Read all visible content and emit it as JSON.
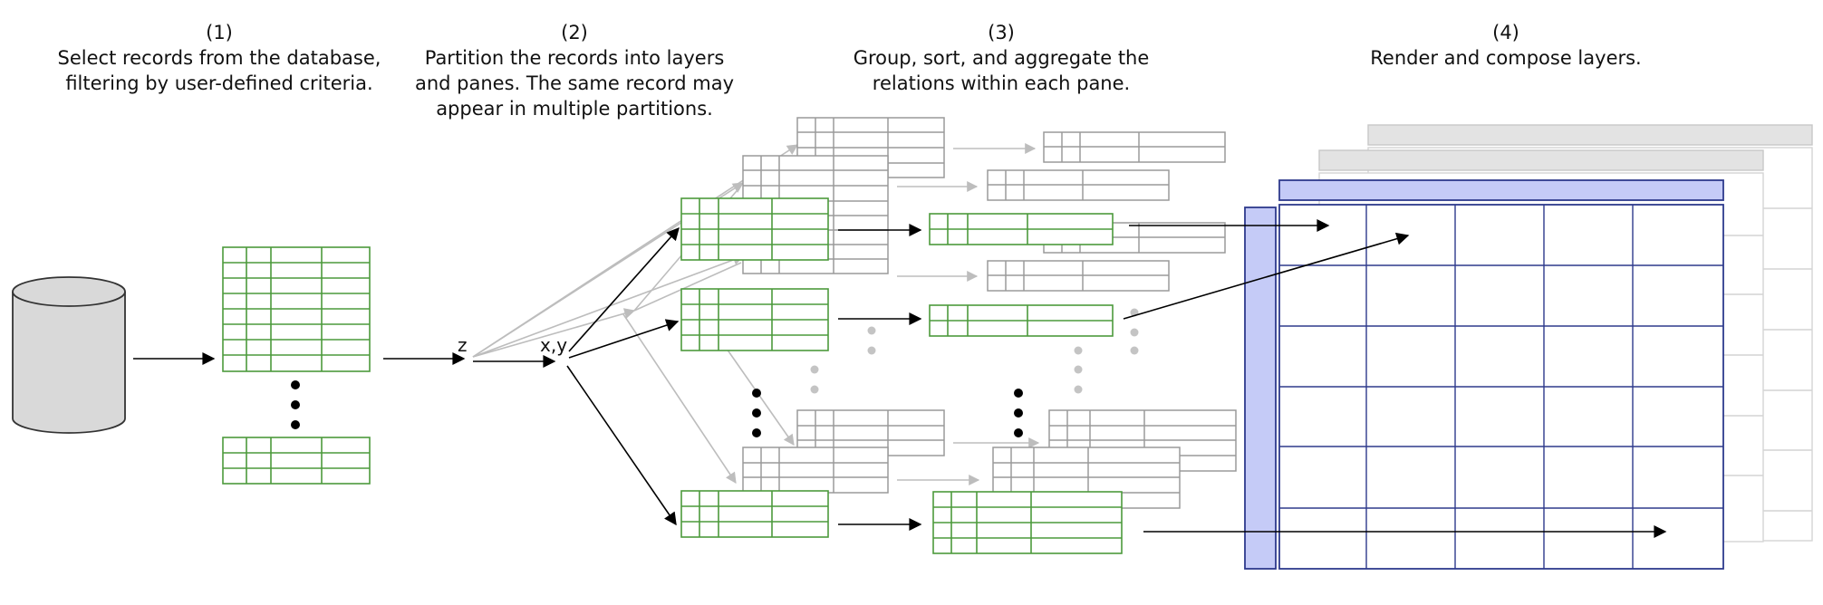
{
  "steps": [
    {
      "number": "(1)",
      "lines": [
        "Select records from the database,",
        "filtering by user-defined criteria."
      ]
    },
    {
      "number": "(2)",
      "lines": [
        "Partition the records into layers",
        "and panes. The same record may",
        "appear in multiple partitions."
      ]
    },
    {
      "number": "(3)",
      "lines": [
        "Group, sort, and aggregate the",
        "relations within each pane."
      ]
    },
    {
      "number": "(4)",
      "lines": [
        "Render and compose layers."
      ]
    }
  ],
  "labels": {
    "z": "z",
    "xy": "x,y"
  },
  "colors": {
    "highlight_table": "#4c9a3c",
    "ghost_table": "#9a9a9a",
    "ghost_arrow": "#bdbdbd",
    "arrow": "#000000",
    "database_fill": "#d9d9d9",
    "grid_line": "#2e3a8c",
    "layer_fill": "#c5cbf7",
    "back_layer": "#e3e3e3"
  },
  "icons": [
    "database-icon",
    "ellipsis-dots-icon",
    "arrow-icon"
  ]
}
